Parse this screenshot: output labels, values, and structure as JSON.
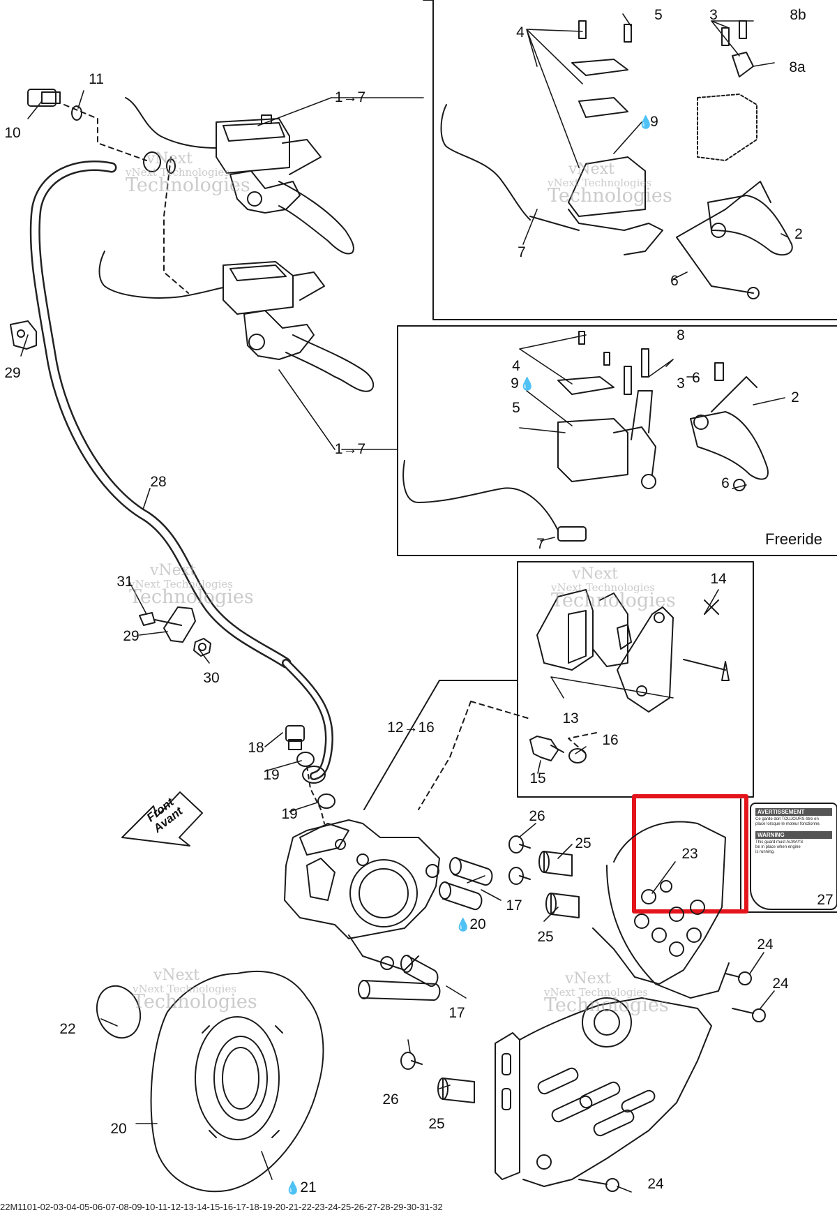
{
  "diagram": {
    "labels": [
      {
        "id": "l10",
        "text": "10"
      },
      {
        "id": "l11",
        "text": "11"
      },
      {
        "id": "l1to7a",
        "text": "1→7"
      },
      {
        "id": "l29a",
        "text": "29"
      },
      {
        "id": "l1to7b",
        "text": "1→7"
      },
      {
        "id": "l28",
        "text": "28"
      },
      {
        "id": "l31",
        "text": "31"
      },
      {
        "id": "l29b",
        "text": "29"
      },
      {
        "id": "l30",
        "text": "30"
      },
      {
        "id": "l18",
        "text": "18"
      },
      {
        "id": "l19a",
        "text": "19"
      },
      {
        "id": "l19b",
        "text": "19"
      },
      {
        "id": "l12to16",
        "text": "12→16"
      },
      {
        "id": "l4a",
        "text": "4"
      },
      {
        "id": "l5a",
        "text": "5"
      },
      {
        "id": "l3a",
        "text": "3"
      },
      {
        "id": "l8b",
        "text": "8b"
      },
      {
        "id": "l8a",
        "text": "8a"
      },
      {
        "id": "l9a",
        "text": "9"
      },
      {
        "id": "l7a",
        "text": "7"
      },
      {
        "id": "l2a",
        "text": "2"
      },
      {
        "id": "l6a",
        "text": "6"
      },
      {
        "id": "l4b",
        "text": "4"
      },
      {
        "id": "l8",
        "text": "8"
      },
      {
        "id": "l3b",
        "text": "3"
      },
      {
        "id": "l9b",
        "text": "9"
      },
      {
        "id": "l5b",
        "text": "5"
      },
      {
        "id": "l6b",
        "text": "6"
      },
      {
        "id": "l2b",
        "text": "2"
      },
      {
        "id": "l6c",
        "text": "6"
      },
      {
        "id": "l7b",
        "text": "7"
      },
      {
        "id": "l14",
        "text": "14"
      },
      {
        "id": "l13",
        "text": "13"
      },
      {
        "id": "l16",
        "text": "16"
      },
      {
        "id": "l15",
        "text": "15"
      },
      {
        "id": "l26a",
        "text": "26"
      },
      {
        "id": "l25a",
        "text": "25"
      },
      {
        "id": "l23",
        "text": "23"
      },
      {
        "id": "l27",
        "text": "27"
      },
      {
        "id": "l17a",
        "text": "17"
      },
      {
        "id": "l20a",
        "text": "20"
      },
      {
        "id": "l25b",
        "text": "25"
      },
      {
        "id": "l24a",
        "text": "24"
      },
      {
        "id": "l24b",
        "text": "24"
      },
      {
        "id": "l17b",
        "text": "17"
      },
      {
        "id": "l22",
        "text": "22"
      },
      {
        "id": "l26b",
        "text": "26"
      },
      {
        "id": "l25c",
        "text": "25"
      },
      {
        "id": "l20b",
        "text": "20"
      },
      {
        "id": "l21",
        "text": "21"
      },
      {
        "id": "l24c",
        "text": "24"
      }
    ],
    "panel_caption": "Freeride",
    "front_arrow": {
      "line1": "Front",
      "line2": "Avant"
    },
    "watermark": {
      "line1": "vNext",
      "line2": "vNext Technologies",
      "line3": "Technologies"
    },
    "decal": {
      "warning_fr": "AVERTISSEMENT",
      "text_fr": "Ce garde doit TOUJOURS être en place lorsque le moteur fonctionne.",
      "warning_en": "WARNING",
      "text_en": "This guard must ALWAYS be in place when engine is running."
    },
    "footer_code": "22M1101-02-03-04-05-06-07-08-09-10-11-12-13-14-15-16-17-18-19-20-21-22-23-24-25-26-27-28-29-30-31-32",
    "highlight_color": "#e3141b"
  }
}
